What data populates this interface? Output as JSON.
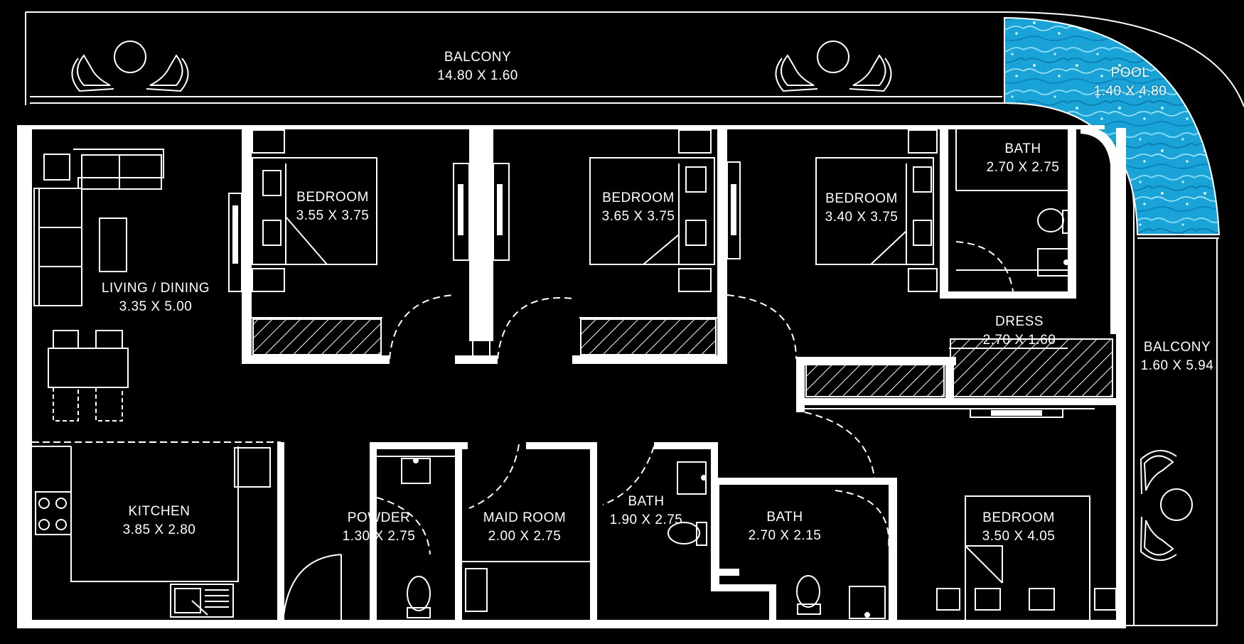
{
  "rooms": {
    "balcony_top": {
      "name": "BALCONY",
      "size": "14.80 X 1.60"
    },
    "pool": {
      "name": "POOL",
      "size": "1.40 X 4.80"
    },
    "bedroom_1": {
      "name": "BEDROOM",
      "size": "3.55 X 3.75"
    },
    "bedroom_2": {
      "name": "BEDROOM",
      "size": "3.65 X 3.75"
    },
    "bedroom_3": {
      "name": "BEDROOM",
      "size": "3.40 X 3.75"
    },
    "bath_master": {
      "name": "BATH",
      "size": "2.70 X 2.75"
    },
    "living_dining": {
      "name": "LIVING / DINING",
      "size": "3.35 X 5.00"
    },
    "dress": {
      "name": "DRESS",
      "size": "2.70 X 1.60"
    },
    "balcony_side": {
      "name": "BALCONY",
      "size": "1.60 X 5.94"
    },
    "kitchen": {
      "name": "KITCHEN",
      "size": "3.85 X 2.80"
    },
    "powder": {
      "name": "POWDER",
      "size": "1.30 X 2.75"
    },
    "maid_room": {
      "name": "MAID ROOM",
      "size": "2.00 X 2.75"
    },
    "bath_maid": {
      "name": "BATH",
      "size": "1.90 X 2.75"
    },
    "bath_guest": {
      "name": "BATH",
      "size": "2.70 X 2.15"
    },
    "bedroom_4": {
      "name": "BEDROOM",
      "size": "3.50 X 4.05"
    }
  },
  "colors": {
    "background": "#000000",
    "wall": "#ffffff",
    "line": "#ffffff",
    "pool": "#1aa3d6"
  }
}
